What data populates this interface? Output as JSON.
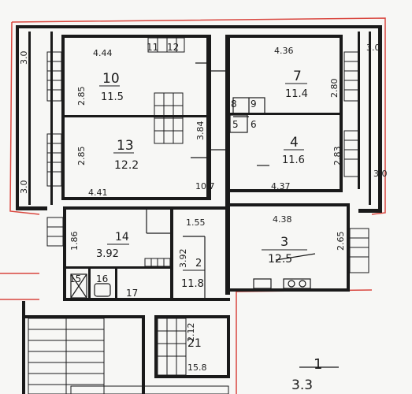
{
  "plan": {
    "colors": {
      "ink": "#1a1a1a",
      "paper": "#f7f7f5",
      "outline": "#d9473f",
      "grid": "#8a8a8a"
    },
    "rooms": [
      {
        "id": "10",
        "area": "11.5"
      },
      {
        "id": "13",
        "area": "12.2"
      },
      {
        "id": "7",
        "area": "11.4"
      },
      {
        "id": "4",
        "area": "11.6"
      },
      {
        "id": "14",
        "area": "3.92"
      },
      {
        "id": "3",
        "area": "12.5"
      },
      {
        "id": "2",
        "area": "11.8"
      },
      {
        "id": "1",
        "area": "3.3"
      }
    ],
    "small_rooms": [
      "8",
      "9",
      "5",
      "6",
      "11",
      "12",
      "15",
      "16",
      "17",
      "21"
    ],
    "dimensions": [
      "4.44",
      "2.85",
      "2.85",
      "4.41",
      "3.84",
      "10.7",
      "4.36",
      "2.80",
      "2.83",
      "4.37",
      "4.38",
      "2.65",
      "1.86",
      "1.55",
      "3.92",
      "15.8",
      "2.12",
      "3.0",
      "3.0",
      "3.0",
      "3.0"
    ]
  }
}
